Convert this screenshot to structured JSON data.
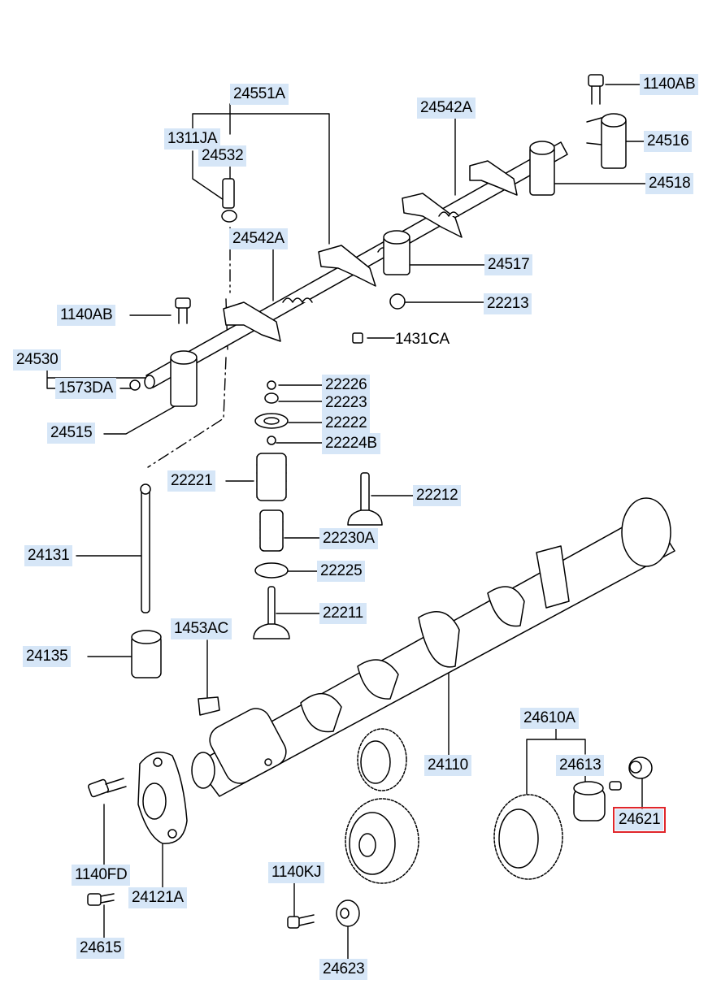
{
  "colors": {
    "label_bg": "#d6e6f7",
    "selected_outline": "#e0262b",
    "line": "#000000"
  },
  "selected_part": "24621",
  "labels": {
    "p24551A": "24551A",
    "p1311JA": "1311JA",
    "p24532": "24532",
    "p1140AB_top": "1140AB",
    "p24542A_top": "24542A",
    "p24516": "24516",
    "p24518": "24518",
    "p24542A_mid": "24542A",
    "p24517": "24517",
    "p22213": "22213",
    "p1140AB_left": "1140AB",
    "p1431CA": "1431CA",
    "p24530": "24530",
    "p1573DA": "1573DA",
    "p24515": "24515",
    "p22226": "22226",
    "p22223": "22223",
    "p22222": "22222",
    "p22224B": "22224B",
    "p22221": "22221",
    "p22212": "22212",
    "p22230A": "22230A",
    "p24131": "24131",
    "p22225": "22225",
    "p22211": "22211",
    "p1453AC": "1453AC",
    "p24135": "24135",
    "p24610A": "24610A",
    "p24613": "24613",
    "p24110": "24110",
    "p24621": "24621",
    "p1140FD": "1140FD",
    "p24121A": "24121A",
    "p1140KJ": "1140KJ",
    "p24615": "24615",
    "p24623": "24623"
  }
}
